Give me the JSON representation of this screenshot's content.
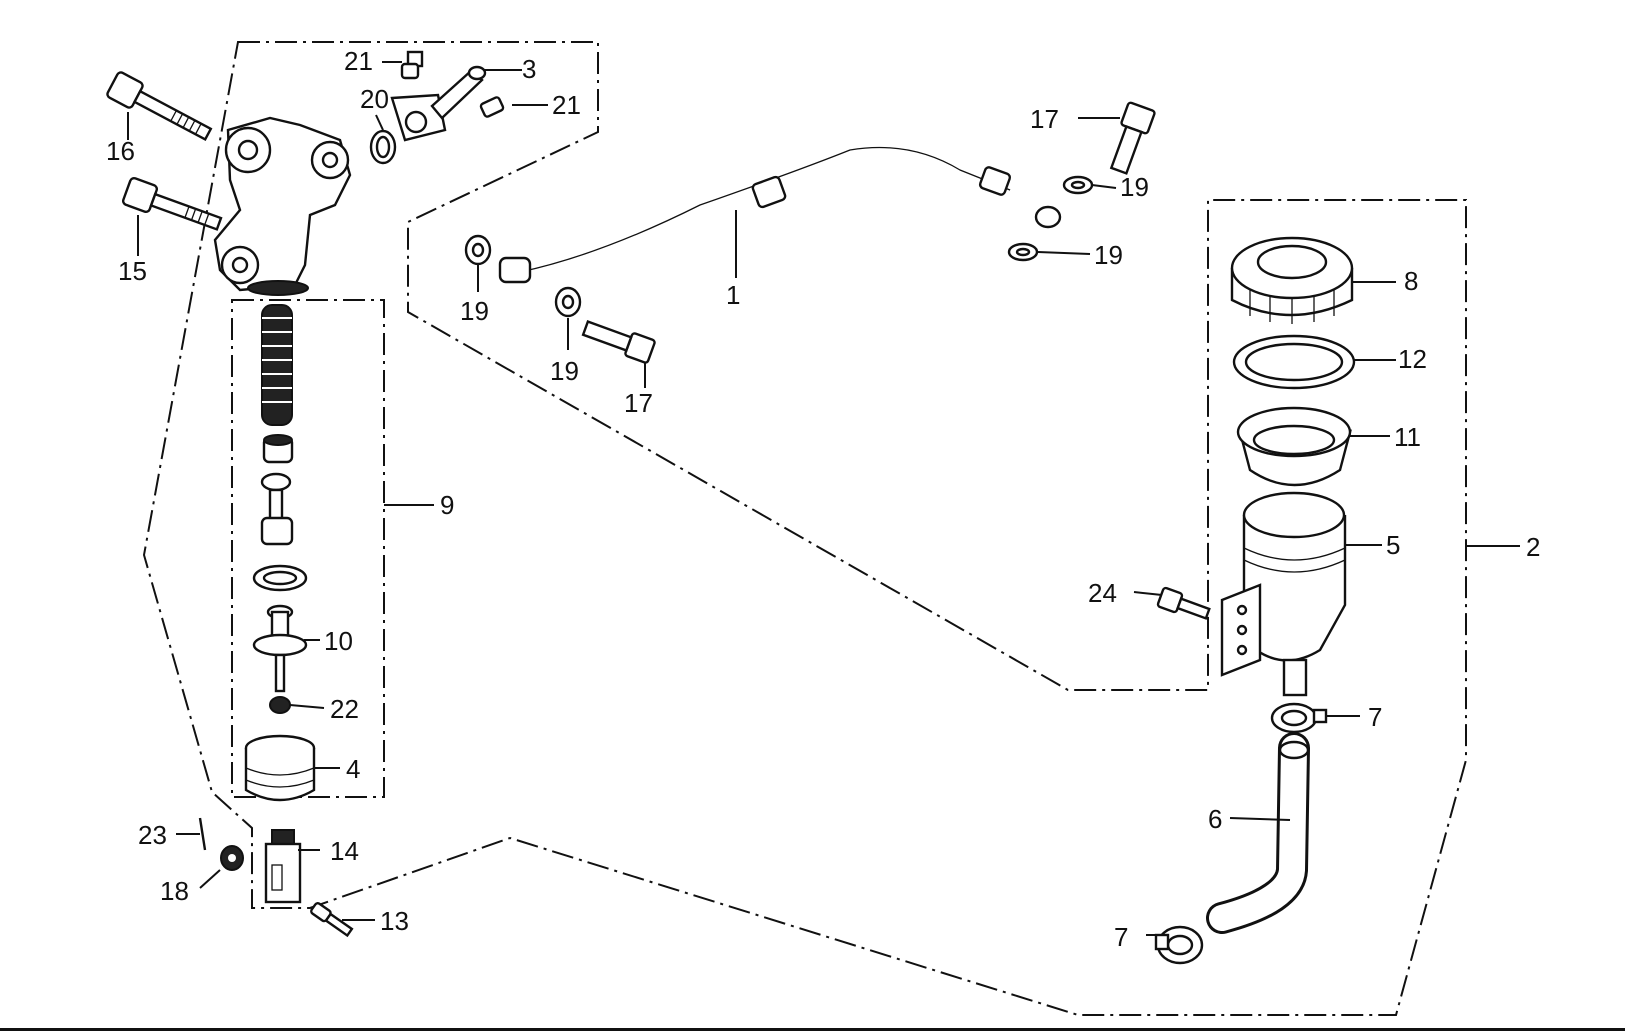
{
  "diagram": {
    "callouts": {
      "c1": "1",
      "c2": "2",
      "c3": "3",
      "c4": "4",
      "c5": "5",
      "c6": "6",
      "c7a": "7",
      "c7b": "7",
      "c8": "8",
      "c9": "9",
      "c10": "10",
      "c11": "11",
      "c12": "12",
      "c13": "13",
      "c14": "14",
      "c15": "15",
      "c16": "16",
      "c17a": "17",
      "c17b": "17",
      "c18": "18",
      "c19a": "19",
      "c19b": "19",
      "c19c": "19",
      "c19d": "19",
      "c20": "20",
      "c21a": "21",
      "c21b": "21",
      "c22": "22",
      "c23": "23",
      "c24": "24"
    }
  }
}
